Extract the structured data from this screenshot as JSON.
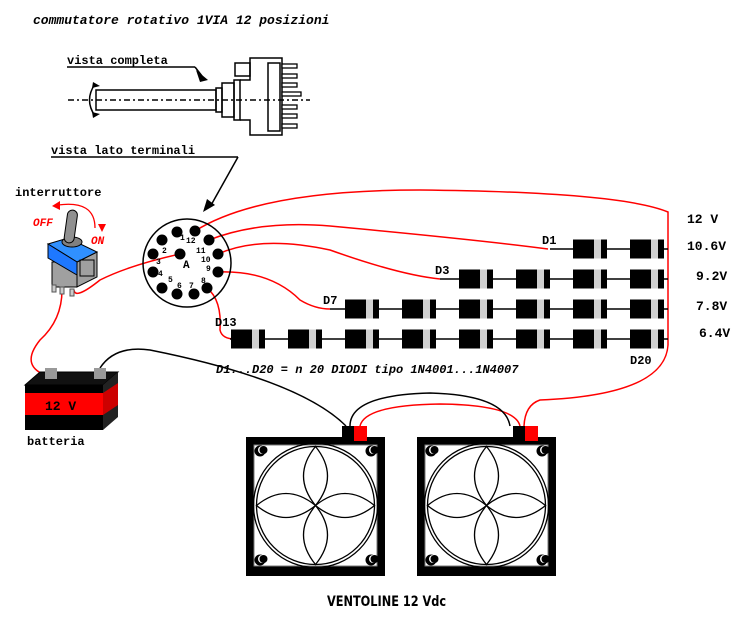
{
  "title": "commutatore rotativo 1VIA 12 posizioni",
  "labels": {
    "full_view": "vista completa",
    "terminal_view": "vista lato terminali",
    "switch": "interruttore",
    "off": "OFF",
    "on": "ON",
    "battery": "batteria",
    "battery_voltage": "12 V",
    "common_pin": "A",
    "diodes_note": "D1...D20 = n 20 DIODI tipo 1N4001...1N4007",
    "fans": "VENTOLINE 12 Vdc"
  },
  "rotary_pins": [
    "1",
    "2",
    "3",
    "4",
    "5",
    "6",
    "7",
    "8",
    "9",
    "10",
    "11",
    "12"
  ],
  "diode_labels": {
    "d1": "D1",
    "d3": "D3",
    "d7": "D7",
    "d13": "D13",
    "d20": "D20"
  },
  "voltages": [
    "12 V",
    "10.6V",
    "9.2V",
    "7.8V",
    "6.4V"
  ],
  "colors": {
    "wire_positive": "#ff0000",
    "wire_negative": "#000000",
    "switch_body": "#1e78ff",
    "diode_band": "#d0d0d0"
  }
}
